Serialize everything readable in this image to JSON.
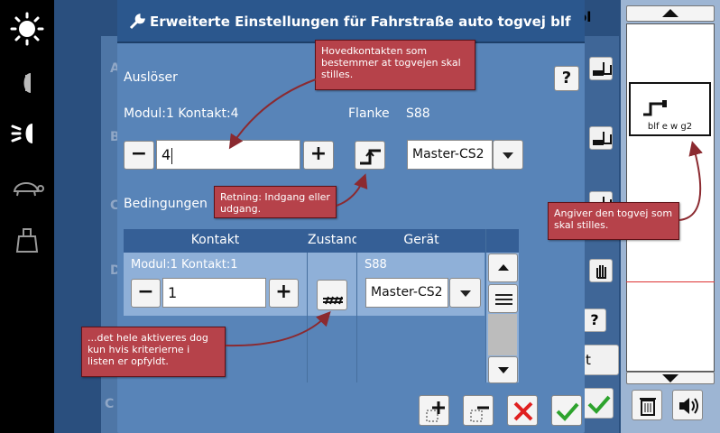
{
  "dialog": {
    "title": "Erweiterte Einstellungen für Fahrstraße auto togvej blf",
    "trigger_label": "Auslöser",
    "help_label": "?",
    "modul_kontakt": "Modul:1 Kontakt:4",
    "flanke_label": "Flanke",
    "s88_label": "S88",
    "contact_value": "4",
    "minus": "−",
    "plus": "+",
    "device_select": "Master-CS2",
    "conditions_label": "Bedingungen"
  },
  "table": {
    "headers": [
      "Kontakt",
      "Zustand",
      "Gerät"
    ],
    "row": {
      "modul_kontakt": "Modul:1 Kontakt:1",
      "s88_label": "S88",
      "contact_value": "1",
      "device_select": "Master-CS2"
    }
  },
  "callouts": {
    "main_contact": "Hovedkontakten som bestemmer at togvejen skal stilles.",
    "direction": "Retning: Indgang eller udgang.",
    "criteria": "...det hele aktiveres dog kun hvis kriterierne i listen er opfyldt.",
    "route": "Angiver den togvej som skal stilles."
  },
  "background": {
    "letters": [
      "A",
      "B",
      "C",
      "D",
      "C"
    ],
    "title_fragment": "ol",
    "help_label": "?",
    "button_fragment": "t"
  },
  "right_panel": {
    "route_label": "blf e w g2"
  },
  "colors": {
    "dialog_bg": "#5884b8",
    "title_bar": "#2b578d",
    "callout": "#b6424a",
    "accent_green": "#2da32d",
    "cancel_red": "#e02020"
  }
}
